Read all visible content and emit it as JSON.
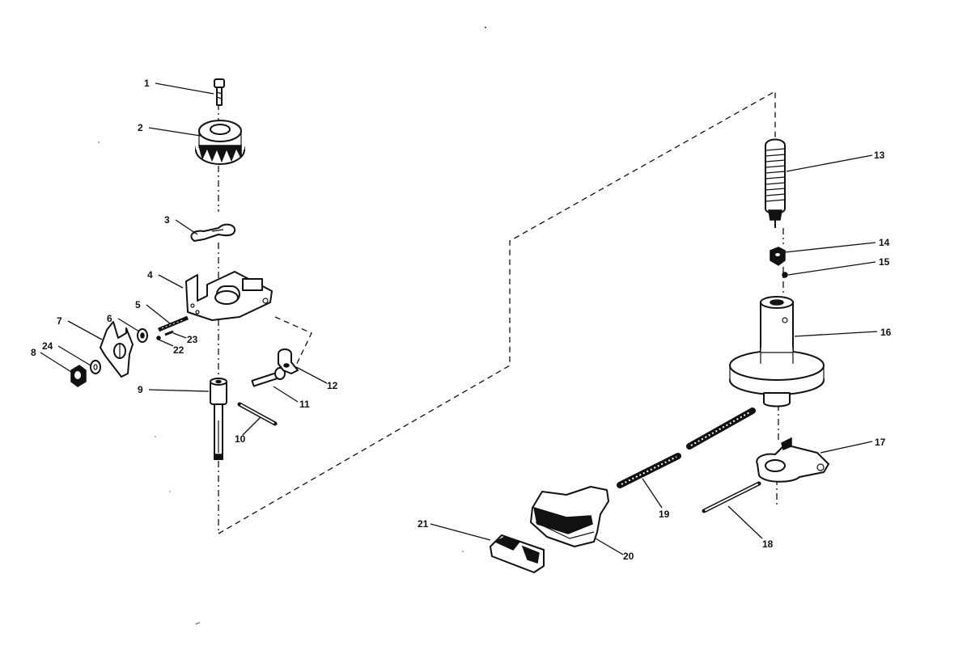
{
  "parts": [
    {
      "num": "1"
    },
    {
      "num": "2"
    },
    {
      "num": "3"
    },
    {
      "num": "4"
    },
    {
      "num": "5"
    },
    {
      "num": "6"
    },
    {
      "num": "7"
    },
    {
      "num": "8"
    },
    {
      "num": "9"
    },
    {
      "num": "10"
    },
    {
      "num": "11"
    },
    {
      "num": "12"
    },
    {
      "num": "13"
    },
    {
      "num": "14"
    },
    {
      "num": "15"
    },
    {
      "num": "16"
    },
    {
      "num": "17"
    },
    {
      "num": "18"
    },
    {
      "num": "19"
    },
    {
      "num": "20"
    },
    {
      "num": "21"
    },
    {
      "num": "22"
    },
    {
      "num": "23"
    },
    {
      "num": "24"
    }
  ],
  "colors": {
    "ink": "#111111",
    "paper": "#ffffff"
  }
}
